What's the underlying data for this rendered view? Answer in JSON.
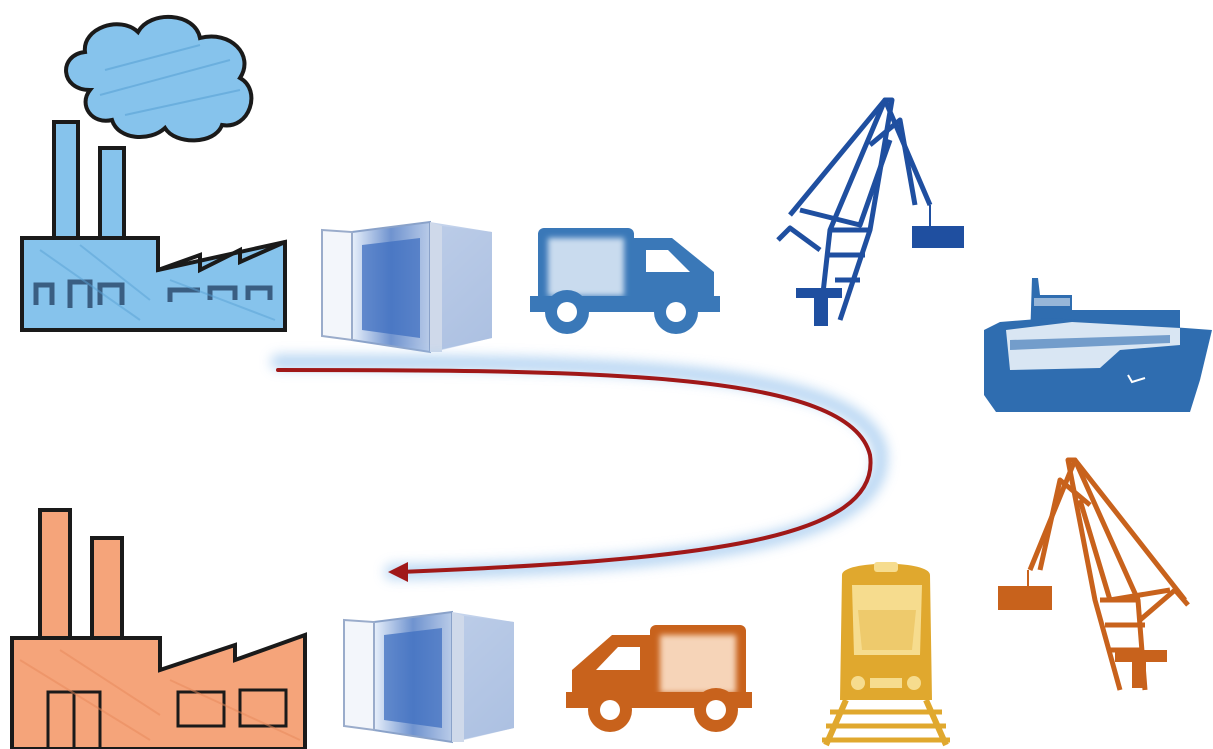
{
  "diagram": {
    "type": "logistics-flow",
    "nodes": [
      {
        "id": "origin-factory",
        "icon": "factory-with-smoke-icon",
        "color": "#7ab8e3"
      },
      {
        "id": "origin-container",
        "icon": "open-shipping-container-icon",
        "color": "#8aaed8"
      },
      {
        "id": "origin-truck",
        "icon": "delivery-truck-icon",
        "color": "#3a78b8"
      },
      {
        "id": "origin-port-crane",
        "icon": "port-crane-icon",
        "color": "#1f4fa0"
      },
      {
        "id": "cargo-ship",
        "icon": "container-ship-icon",
        "color": "#2f6db0"
      },
      {
        "id": "destination-port-crane",
        "icon": "port-crane-icon",
        "color": "#c8621c"
      },
      {
        "id": "train",
        "icon": "train-icon",
        "color": "#e0a82e"
      },
      {
        "id": "destination-truck",
        "icon": "delivery-truck-icon",
        "color": "#c8621c"
      },
      {
        "id": "destination-container",
        "icon": "open-shipping-container-icon",
        "color": "#8aaed8"
      },
      {
        "id": "destination-factory",
        "icon": "factory-icon",
        "color": "#f5a47a"
      }
    ],
    "flow_arrow": {
      "icon": "u-turn-arrow-icon",
      "direction": "right-then-back-left",
      "color": "#a01818"
    },
    "colors": {
      "origin": "#2f6db0",
      "destination": "#c8621c",
      "rail": "#e0a82e",
      "arrow": "#a01818"
    }
  }
}
